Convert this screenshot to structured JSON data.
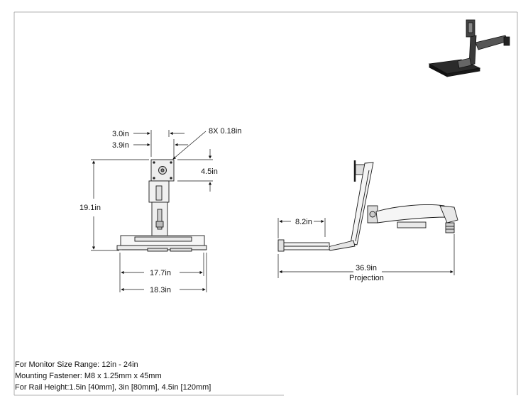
{
  "dimensions": {
    "vesa_3_0": "3.0in",
    "vesa_3_9": "3.9in",
    "holes": "8X 0.18in",
    "rail_4_5": "4.5in",
    "height_19_1": "19.1in",
    "width_17_7": "17.7in",
    "width_18_3": "18.3in",
    "offset_8_2": "8.2in",
    "projection_36_9": "36.9in",
    "projection_label": "Projection"
  },
  "specs": {
    "monitor_size": "For Monitor Size Range: 12in - 24in",
    "fastener": "Mounting Fastener: M8 x 1.25mm x 45mm",
    "rail_height": "For Rail Height:1.5in [40mm], 3in [80mm], 4.5in [120mm]"
  },
  "colors": {
    "line": "#1a1a1a",
    "part_dark": "#2b2b2b",
    "part_fill": "#e9e9e9"
  }
}
